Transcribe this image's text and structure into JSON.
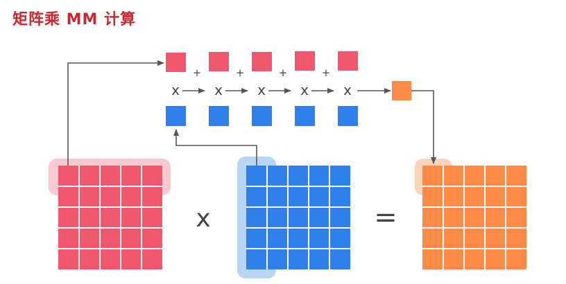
{
  "title": "矩阵乘 MM 计算",
  "colors": {
    "matrix_a": "#f0566e",
    "matrix_b": "#2f80e8",
    "result": "#ff8a48",
    "highlight_a": "#f9c9d2",
    "highlight_b": "#b8d6f4",
    "highlight_c": "#fbd3b8",
    "arrow": "#555555",
    "title": "#c8282e"
  },
  "symbols": {
    "multiply": "x",
    "equals": "=",
    "plus": "+"
  },
  "matrix_size": {
    "rows": 5,
    "cols": 5
  },
  "dot_product_terms": 5
}
